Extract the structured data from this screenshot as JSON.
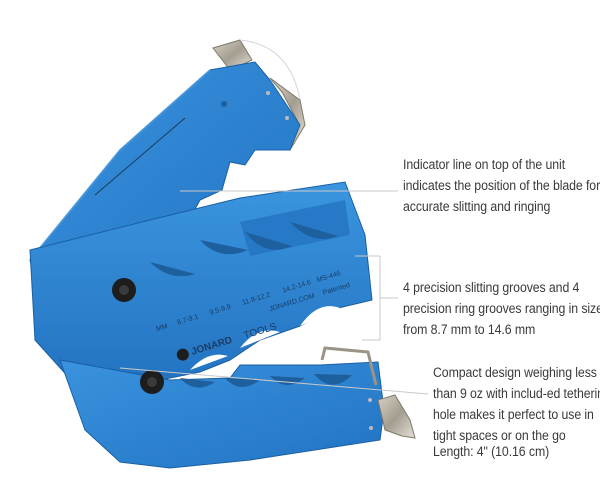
{
  "product": {
    "brand": "JONARDTOOLS",
    "brand_bold": "JONARD",
    "brand_light": "TOOLS",
    "model": "MS-446",
    "website": "JONARD.COM",
    "patent": "Patented",
    "unit_label": "MM",
    "groove_sizes": [
      "8.7-9.1",
      "9.5-9.9",
      "11.8-12.2",
      "14.2-14.6"
    ],
    "body_color": "#2f86d4",
    "body_shade": "#1f68b3"
  },
  "callouts": [
    {
      "id": "indicator",
      "text": "Indicator line on top of the unit indicates the position of the blade for accurate slitting and ringing"
    },
    {
      "id": "grooves",
      "text": "4 precision slitting grooves and 4 precision ring grooves ranging in size from 8.7 mm to 14.6 mm"
    },
    {
      "id": "compact",
      "text": "Compact design weighing less than 9 oz with includ-ed tethering hole makes it perfect to use in tight spaces or on the go"
    },
    {
      "id": "length",
      "text": "Length: 4\" (10.16 cm)"
    }
  ],
  "colors": {
    "text": "#3a3a3a",
    "leader_line": "#c9c9c9",
    "background": "#ffffff"
  }
}
